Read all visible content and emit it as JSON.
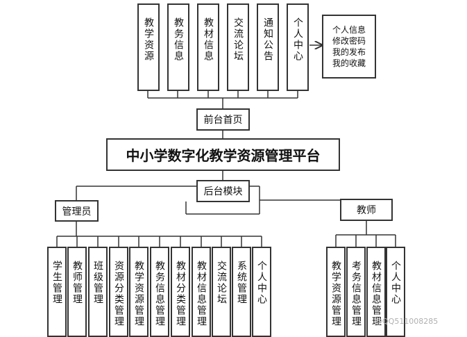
{
  "top_modules": [
    {
      "label": "教学资源"
    },
    {
      "label": "教务信息"
    },
    {
      "label": "教材信息"
    },
    {
      "label": "交流论坛"
    },
    {
      "label": "通知公告"
    },
    {
      "label": "个人中心"
    }
  ],
  "personal_info": [
    "个人信息",
    "修改密码",
    "我的发布",
    "我的收藏"
  ],
  "front_home": "前台首页",
  "platform_title": "中小学数字化教学资源管理平台",
  "backend": "后台模块",
  "admin": {
    "label": "管理员",
    "modules": [
      {
        "label": "学生管理"
      },
      {
        "label": "教师管理"
      },
      {
        "label": "班级管理"
      },
      {
        "label": "资源分类管理"
      },
      {
        "label": "教学资源管理"
      },
      {
        "label": "教务信息管理"
      },
      {
        "label": "教材分类管理"
      },
      {
        "label": "教材信息管理"
      },
      {
        "label": "交流论坛"
      },
      {
        "label": "系统管理"
      },
      {
        "label": "个人中心"
      }
    ]
  },
  "teacher": {
    "label": "教师",
    "modules": [
      {
        "label": "教学资源管理"
      },
      {
        "label": "考务信息管理"
      },
      {
        "label": "教材信息管理"
      },
      {
        "label": "个人中心"
      }
    ]
  },
  "watermark": "@QQ511008285"
}
